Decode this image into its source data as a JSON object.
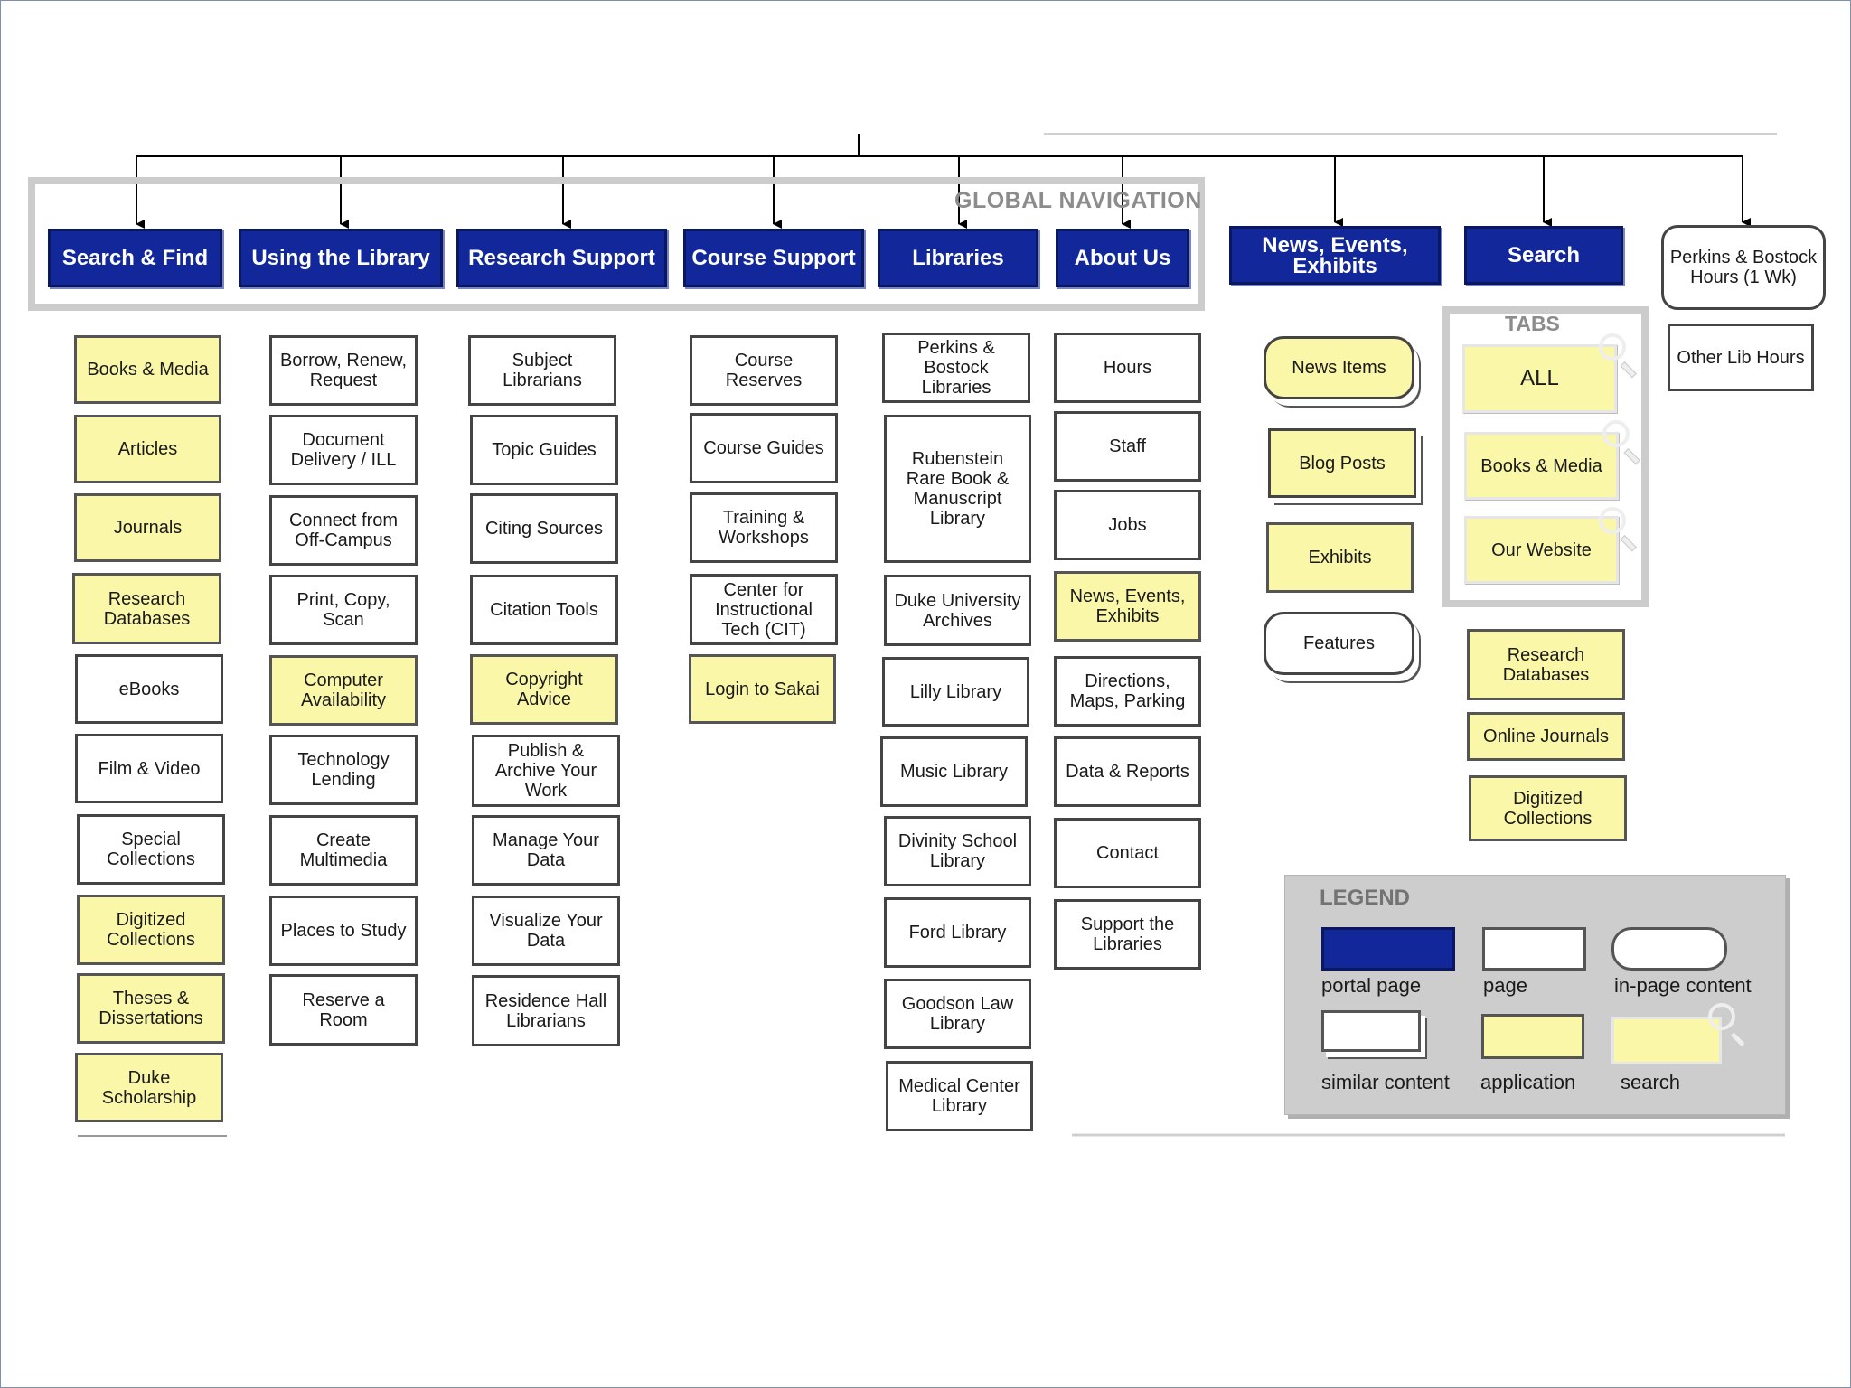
{
  "global_nav": {
    "label": "GLOBAL NAVIGATION",
    "portals": [
      "Search & Find",
      "Using the Library",
      "Research Support",
      "Course Support",
      "Libraries",
      "About Us"
    ]
  },
  "other_portals": {
    "news": "News, Events,\nExhibits",
    "search": "Search",
    "hours": "Perkins & Bostock\nHours (1 Wk)",
    "other_hours": "Other Lib Hours"
  },
  "search_find": {
    "books_media": "Books & Media",
    "articles": "Articles",
    "journals": "Journals",
    "research_databases": "Research\nDatabases",
    "ebooks": "eBooks",
    "film_video": "Film & Video",
    "special_collections": "Special\nCollections",
    "digitized_collections": "Digitized\nCollections",
    "theses": "Theses &\nDissertations",
    "duke_scholarship": "Duke\nScholarship"
  },
  "using_library": {
    "borrow": "Borrow, Renew,\nRequest",
    "document_delivery": "Document\nDelivery / ILL",
    "connect": "Connect from\nOff-Campus",
    "print": "Print, Copy,\nScan",
    "computer_availability": "Computer\nAvailability",
    "technology_lending": "Technology\nLending",
    "create_multimedia": "Create\nMultimedia",
    "places_to_study": "Places to Study",
    "reserve_room": "Reserve a\nRoom"
  },
  "research_support": {
    "subject_librarians": "Subject\nLibrarians",
    "topic_guides": "Topic Guides",
    "citing_sources": "Citing Sources",
    "citation_tools": "Citation Tools",
    "copyright_advice": "Copyright\nAdvice",
    "publish_archive": "Publish &\nArchive Your\nWork",
    "manage_data": "Manage Your\nData",
    "visualize_data": "Visualize Your\nData",
    "residence_hall": "Residence Hall\nLibrarians"
  },
  "course_support": {
    "course_reserves": "Course\nReserves",
    "course_guides": "Course Guides",
    "training": "Training &\nWorkshops",
    "cit": "Center for\nInstructional\nTech (CIT)",
    "sakai": "Login to Sakai"
  },
  "libraries": {
    "perkins": "Perkins &\nBostock\nLibraries",
    "rubenstein": "Rubenstein\nRare Book &\nManuscript\nLibrary",
    "archives": "Duke University\nArchives",
    "lilly": "Lilly Library",
    "music": "Music Library",
    "divinity": "Divinity School\nLibrary",
    "ford": "Ford Library",
    "goodson": "Goodson Law\nLibrary",
    "medical": "Medical Center\nLibrary"
  },
  "about_us": {
    "hours": "Hours",
    "staff": "Staff",
    "jobs": "Jobs",
    "news": "News, Events,\nExhibits",
    "directions": "Directions,\nMaps, Parking",
    "data_reports": "Data & Reports",
    "contact": "Contact",
    "support": "Support the\nLibraries"
  },
  "news_column": {
    "news_items": "News Items",
    "blog_posts": "Blog Posts",
    "exhibits": "Exhibits",
    "features": "Features"
  },
  "search_column": {
    "tabs_label": "TABS",
    "tab_all": "ALL",
    "tab_books": "Books & Media",
    "tab_website": "Our Website",
    "research_databases": "Research\nDatabases",
    "online_journals": "Online Journals",
    "digitized_collections": "Digitized\nCollections"
  },
  "legend": {
    "title": "LEGEND",
    "portal_page": "portal page",
    "page": "page",
    "in_page_content": "in-page content",
    "similar_content": "similar content",
    "application": "application",
    "search": "search"
  },
  "colors": {
    "portal": "#12289a",
    "application": "#fbf7a8",
    "frame_gray": "#cccccc"
  }
}
